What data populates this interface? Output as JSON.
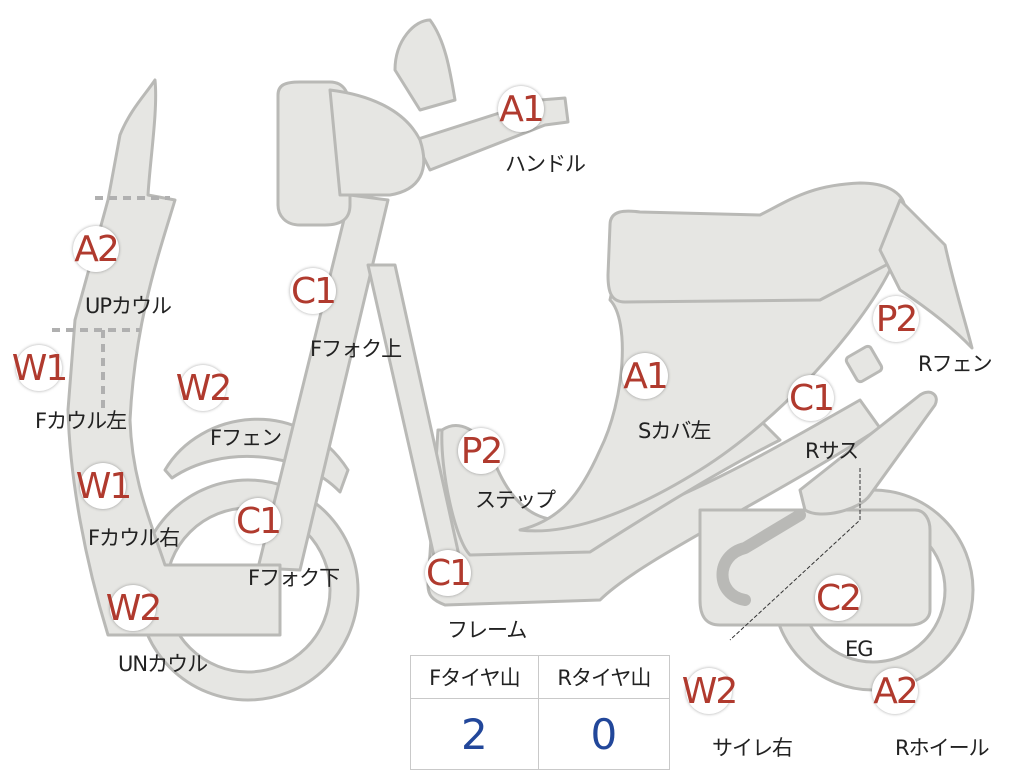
{
  "parts": [
    {
      "id": "handle",
      "code": "A1",
      "label": "ハンドル"
    },
    {
      "id": "up-cowl",
      "code": "A2",
      "label": "UPカウル"
    },
    {
      "id": "f-cowl-left",
      "code": "W1",
      "label": "Fカウル左"
    },
    {
      "id": "f-cowl-right",
      "code": "W1",
      "label": "Fカウル右"
    },
    {
      "id": "un-cowl",
      "code": "W2",
      "label": "UNカウル"
    },
    {
      "id": "f-fender",
      "code": "W2",
      "label": "Fフェン"
    },
    {
      "id": "f-fork-upper",
      "code": "C1",
      "label": "Fフォク上"
    },
    {
      "id": "f-fork-lower",
      "code": "C1",
      "label": "Fフォク下"
    },
    {
      "id": "step",
      "code": "P2",
      "label": "ステップ"
    },
    {
      "id": "frame",
      "code": "C1",
      "label": "フレーム"
    },
    {
      "id": "side-cover-left",
      "code": "A1",
      "label": "Sカバ左"
    },
    {
      "id": "r-fender",
      "code": "P2",
      "label": "Rフェン"
    },
    {
      "id": "r-suspension",
      "code": "C1",
      "label": "Rサス"
    },
    {
      "id": "engine",
      "code": "C2",
      "label": "EG"
    },
    {
      "id": "muffler-right",
      "code": "W2",
      "label": "サイレ右"
    },
    {
      "id": "r-wheel",
      "code": "A2",
      "label": "Rホイール"
    }
  ],
  "tread_table": {
    "headers": [
      "Fタイヤ山",
      "Rタイヤ山"
    ],
    "values": [
      "2",
      "0"
    ]
  },
  "colors": {
    "body_fill": "#e6e6e3",
    "body_stroke": "#b9b9b6",
    "code_text": "#b03a2e",
    "value_text": "#22479a"
  }
}
